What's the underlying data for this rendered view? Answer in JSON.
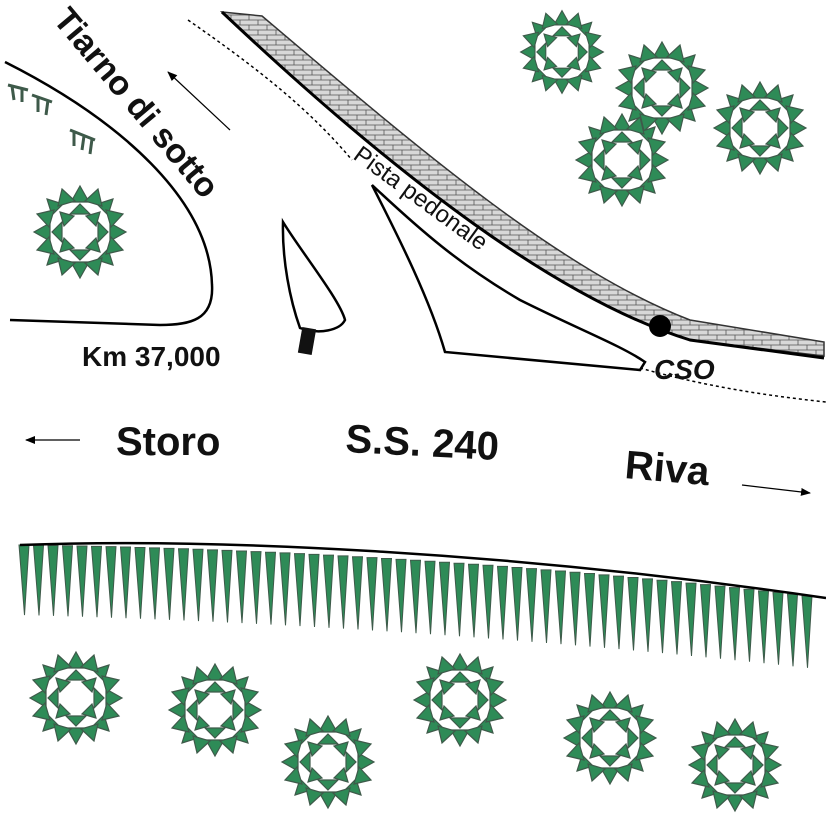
{
  "labels": {
    "tiarno": "Tiarno di sotto",
    "pista": "Pista pedonale",
    "km": "Km 37,000",
    "cso": "CSO",
    "storo": "Storo",
    "road": "S.S. 240",
    "riva": "Riva"
  },
  "colors": {
    "vegetation": "#2e8b57",
    "vegetation_dark": "#3e5a4a",
    "line": "#000000",
    "wall_fill": "#d8d8d8",
    "background": "#ffffff"
  },
  "icons": {
    "tree": "tree-icon",
    "arrow": "arrow-icon",
    "cso_point": "cso-marker-icon",
    "km_marker": "km-marker-icon"
  }
}
